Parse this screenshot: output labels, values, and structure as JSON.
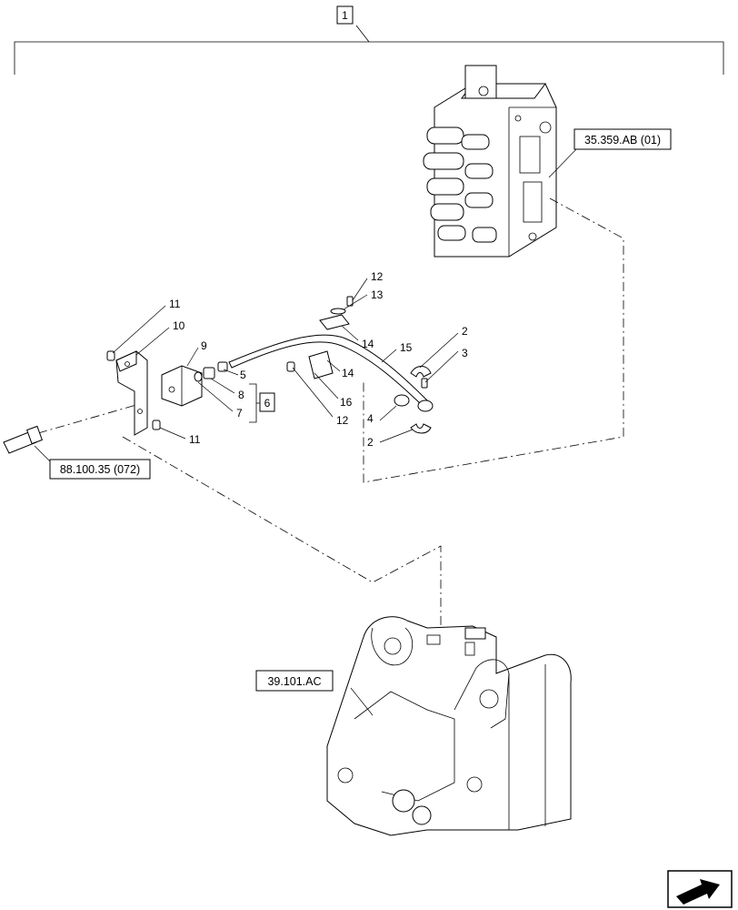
{
  "labels": {
    "assembly": "1",
    "kit": "6",
    "p2a": "2",
    "p2b": "2",
    "p3": "3",
    "p4": "4",
    "p5": "5",
    "p7": "7",
    "p8": "8",
    "p9": "9",
    "p10": "10",
    "p11a": "11",
    "p11b": "11",
    "p12a": "12",
    "p12b": "12",
    "p13": "13",
    "p14a": "14",
    "p14b": "14",
    "p15": "15",
    "p16": "16"
  },
  "references": {
    "control_valve": "35.359.AB (01)",
    "hose_connection": "88.100.35 (072)",
    "chassis": "39.101.AC"
  },
  "nav": {
    "icon": "next-page-arrow-icon"
  }
}
